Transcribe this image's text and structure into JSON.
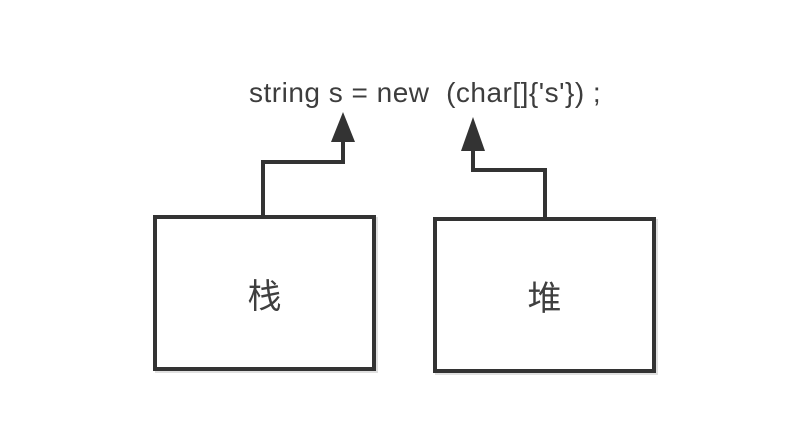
{
  "diagram": {
    "code_statement": "string s = new  (char[]{'s'}) ;",
    "boxes": [
      {
        "id": "stack",
        "label": "栈"
      },
      {
        "id": "heap",
        "label": "堆"
      }
    ],
    "colors": {
      "stroke": "#333333",
      "text": "#3d3d3d",
      "background": "#ffffff"
    }
  }
}
